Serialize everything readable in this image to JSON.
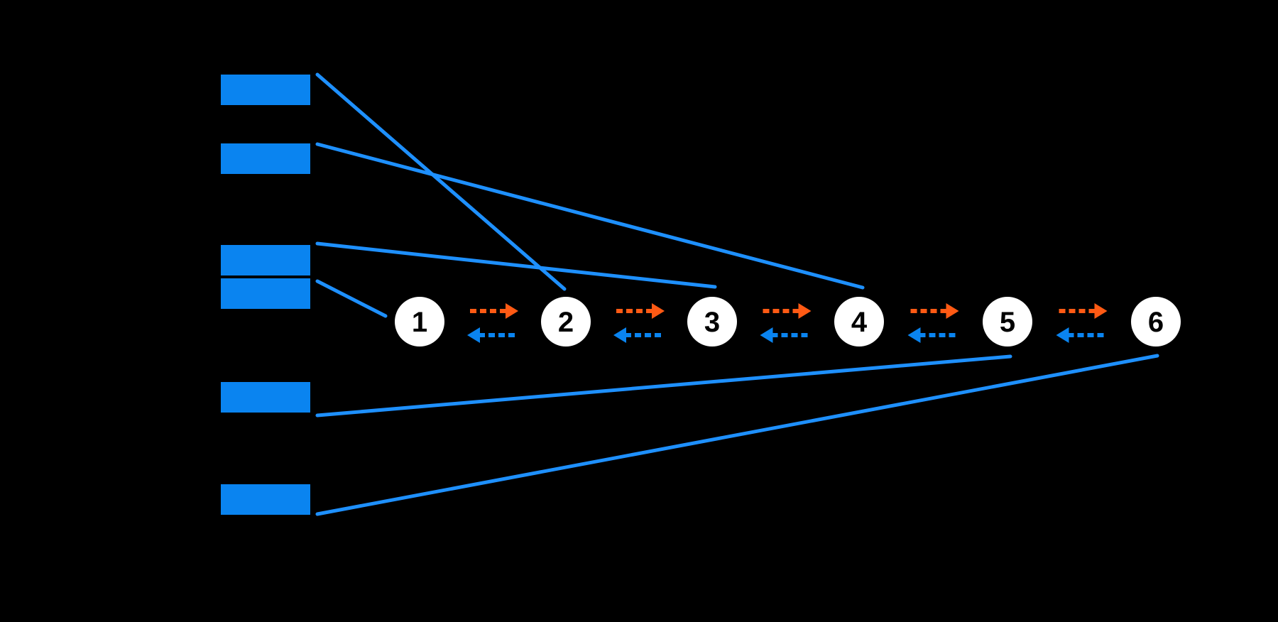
{
  "colors": {
    "background": "#000000",
    "box_fill": "#0A84F0",
    "connector_line": "#1E90FF",
    "node_fill": "#FFFFFF",
    "node_text": "#000000",
    "forward_arrow": "#FF5A14",
    "backward_arrow": "#0A84F0"
  },
  "nodes": [
    {
      "id": "n1",
      "label": "1"
    },
    {
      "id": "n2",
      "label": "2"
    },
    {
      "id": "n3",
      "label": "3"
    },
    {
      "id": "n4",
      "label": "4"
    },
    {
      "id": "n5",
      "label": "5"
    },
    {
      "id": "n6",
      "label": "6"
    }
  ],
  "boxes": [
    {
      "id": "box-a",
      "connects_to": "n2"
    },
    {
      "id": "box-b",
      "connects_to": "n4"
    },
    {
      "id": "box-c",
      "connects_to": "n3"
    },
    {
      "id": "box-d",
      "connects_to": "n1"
    },
    {
      "id": "box-e",
      "connects_to": "n5"
    },
    {
      "id": "box-f",
      "connects_to": "n6"
    }
  ],
  "transitions": [
    {
      "from": "n1",
      "to": "n2"
    },
    {
      "from": "n2",
      "to": "n3"
    },
    {
      "from": "n3",
      "to": "n4"
    },
    {
      "from": "n4",
      "to": "n5"
    },
    {
      "from": "n5",
      "to": "n6"
    }
  ]
}
